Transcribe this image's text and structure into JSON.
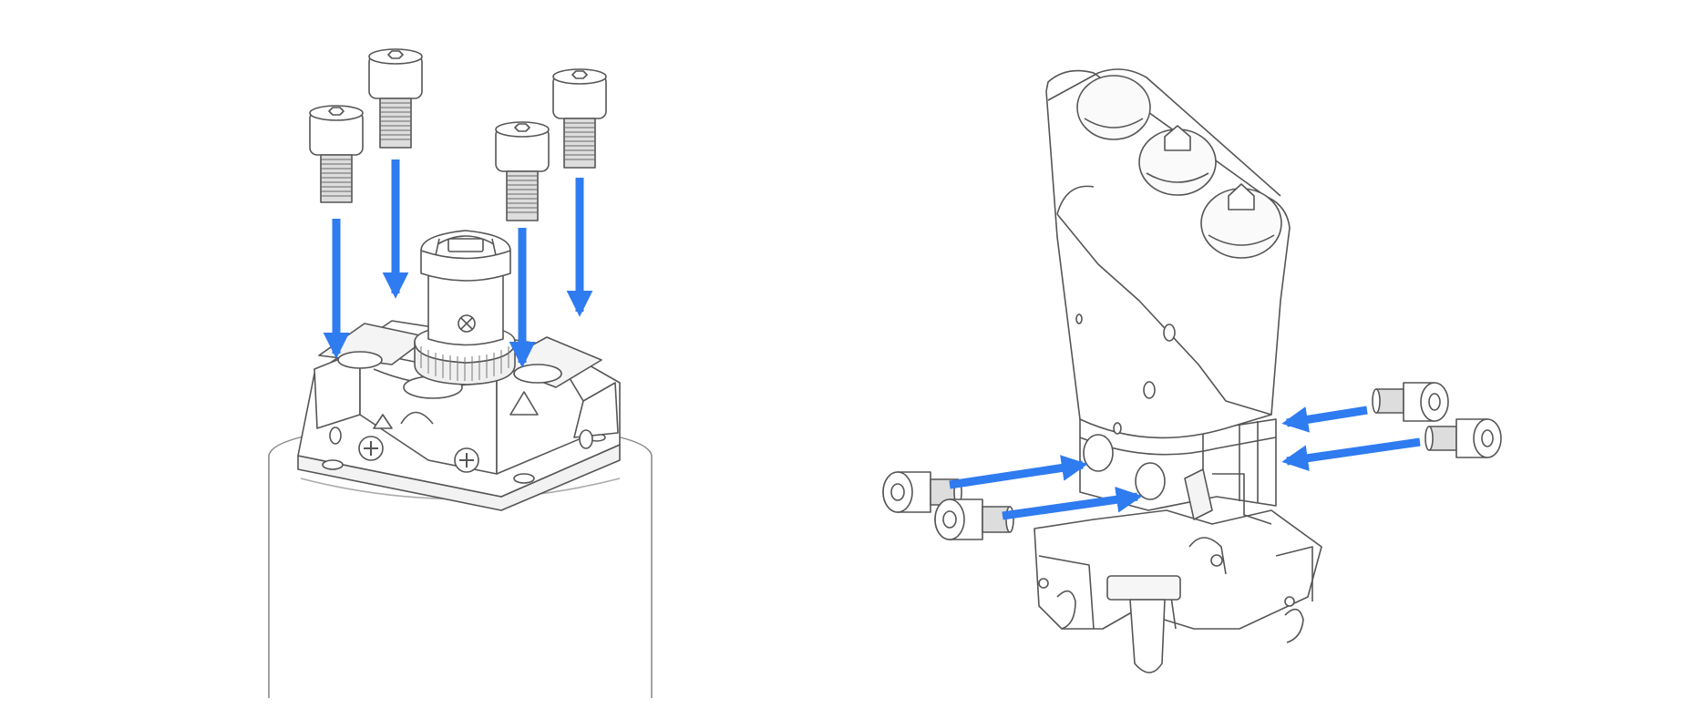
{
  "colors": {
    "arrow": "#2f7bf0",
    "line": "#555555",
    "light_line": "#8a8a8a",
    "fill": "#ffffff",
    "shade": "#eeeeee",
    "background": "#ffffff"
  },
  "icons": {
    "arrow": "arrow-icon",
    "screw": "cap-screw-icon"
  },
  "panels": [
    {
      "id": "left-panel",
      "subject": "hub-mount-assembly",
      "screw_count": 4,
      "arrow_count": 4
    },
    {
      "id": "right-panel",
      "subject": "grip-mount-assembly",
      "screw_count": 4,
      "arrow_count": 4
    }
  ]
}
